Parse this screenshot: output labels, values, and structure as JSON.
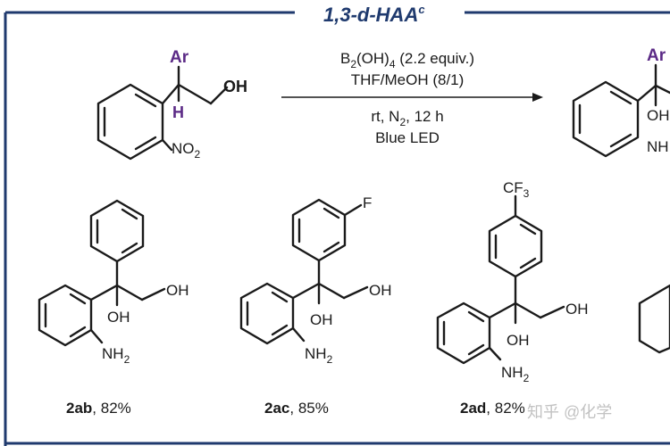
{
  "header": {
    "title_main": "1,3-d-HAA",
    "title_sup": "c"
  },
  "scheme": {
    "reactant": {
      "ar": "Ar",
      "h": "H",
      "oh": "OH",
      "no2_base": "NO",
      "no2_sub": "2"
    },
    "conditions": {
      "line1": {
        "pre": "B",
        "sub1": "2",
        "mid": "(OH)",
        "sub2": "4",
        "post": " (2.2 equiv.)"
      },
      "line2": "THF/MeOH (8/1)",
      "line3": {
        "pre": "rt, N",
        "sub": "2",
        "post": ", 12 h"
      },
      "line4": "Blue LED"
    },
    "product": {
      "ar": "Ar",
      "oh": "OH",
      "nh": "NH"
    }
  },
  "examples": [
    {
      "id": "2ab",
      "yield": ", 82%",
      "substituent": "",
      "oh1": "OH",
      "oh2": "OH",
      "nh2_base": "NH",
      "nh2_sub": "2"
    },
    {
      "id": "2ac",
      "yield": ", 85%",
      "substituent": "F",
      "oh1": "OH",
      "oh2": "OH",
      "nh2_base": "NH",
      "nh2_sub": "2"
    },
    {
      "id": "2ad",
      "yield": ", 82%",
      "substituent_base": "CF",
      "substituent_sub": "3",
      "oh1": "OH",
      "oh2": "OH",
      "nh2_base": "NH",
      "nh2_sub": "2"
    }
  ],
  "watermark": "知乎 @化学"
}
